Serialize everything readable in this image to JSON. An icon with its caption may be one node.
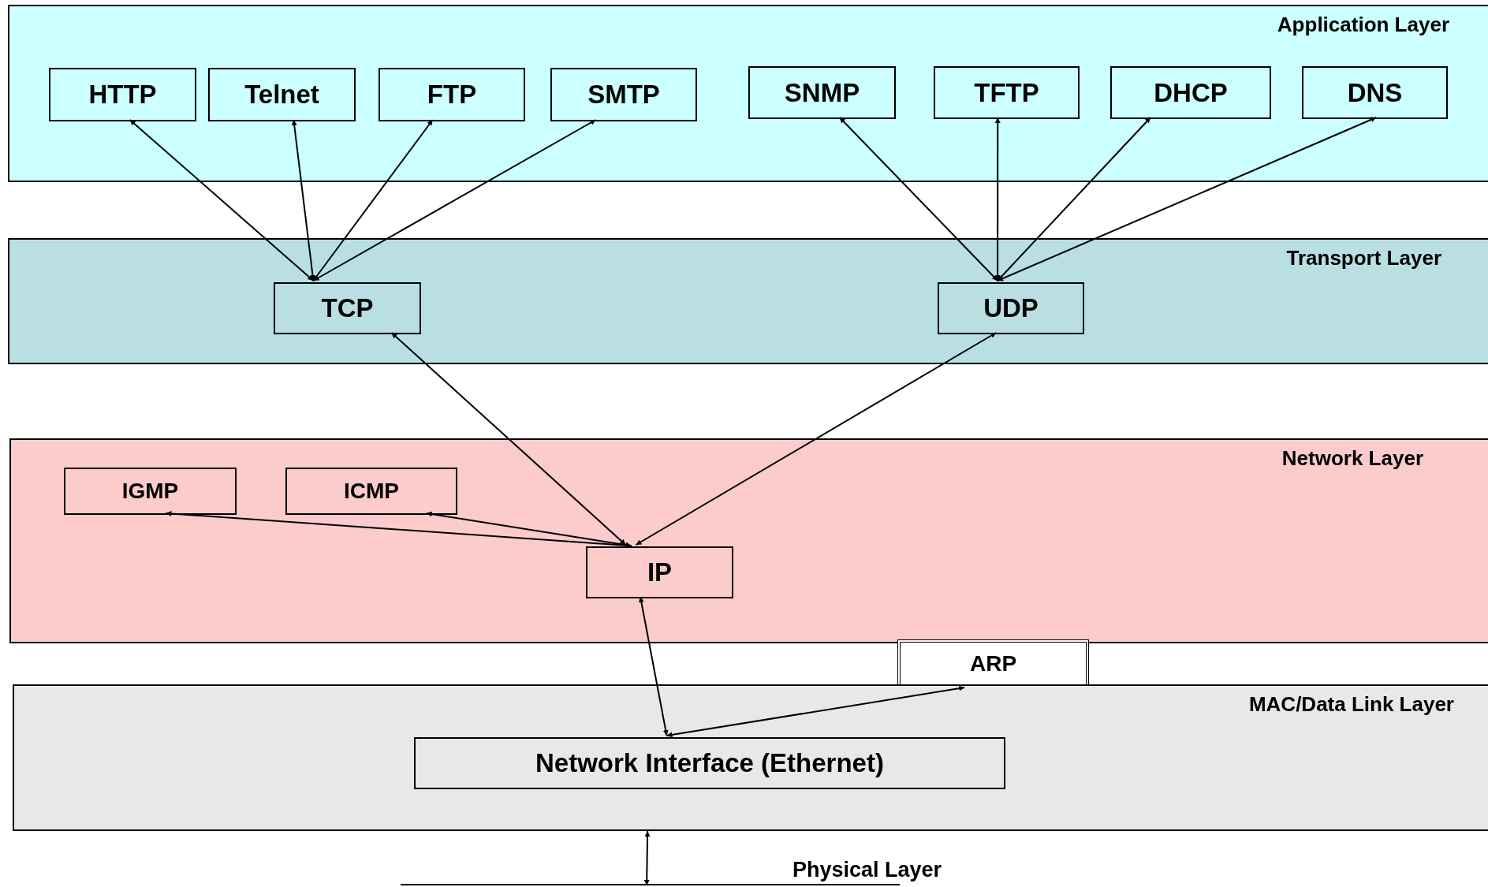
{
  "diagram": {
    "nodes": [
      {
        "text": [
          "Application Layer"
        ]
      },
      {
        "text": [
          "HTTP"
        ],
        "in": 0
      },
      {
        "text": [
          "Telnet"
        ],
        "in": 0
      },
      {
        "text": [
          "FTP"
        ],
        "in": 0
      },
      {
        "text": [
          "SMTP"
        ],
        "in": 0
      },
      {
        "text": [
          "SNMP"
        ],
        "in": 0
      },
      {
        "text": [
          "TFTP"
        ],
        "in": 0
      },
      {
        "text": [
          "DHCP"
        ],
        "in": 0
      },
      {
        "text": [
          "DNS"
        ],
        "in": 0
      },
      {
        "text": [
          "Transport Layer"
        ]
      },
      {
        "text": [
          "TCP"
        ],
        "in": 9
      },
      {
        "text": [
          "UDP"
        ],
        "in": 9
      },
      {
        "text": [
          "Network Layer"
        ]
      },
      {
        "text": [
          "IGMP"
        ],
        "in": 12
      },
      {
        "text": [
          "ICMP"
        ],
        "in": 12
      },
      {
        "text": [
          "IP"
        ],
        "in": 12
      },
      {
        "text": [
          "ARP"
        ]
      },
      {
        "text": [
          "MAC/Data Link Layer"
        ]
      },
      {
        "text": [
          "Network Interface (Ethernet)"
        ],
        "in": 17
      },
      {
        "text": [
          "Physical Layer"
        ]
      }
    ],
    "edges": [
      {
        "from": 10,
        "to": 1,
        "arrow": "both"
      },
      {
        "from": 10,
        "to": 2,
        "arrow": "both"
      },
      {
        "from": 10,
        "to": 3,
        "arrow": "both"
      },
      {
        "from": 10,
        "to": 4,
        "arrow": "both"
      },
      {
        "from": 11,
        "to": 5,
        "arrow": "both"
      },
      {
        "from": 11,
        "to": 6,
        "arrow": "both"
      },
      {
        "from": 11,
        "to": 7,
        "arrow": "both"
      },
      {
        "from": 11,
        "to": 8,
        "arrow": "both"
      },
      {
        "from": 15,
        "to": 10,
        "arrow": "both"
      },
      {
        "from": 15,
        "to": 11,
        "arrow": "both"
      },
      {
        "from": 15,
        "to": 13,
        "arrow": "both"
      },
      {
        "from": 15,
        "to": 14,
        "arrow": "both"
      },
      {
        "from": 15,
        "to": 18,
        "arrow": "both"
      },
      {
        "from": 18,
        "to": 16,
        "arrow": "both"
      },
      {
        "from": 17,
        "to": 19,
        "arrow": "both"
      }
    ]
  }
}
